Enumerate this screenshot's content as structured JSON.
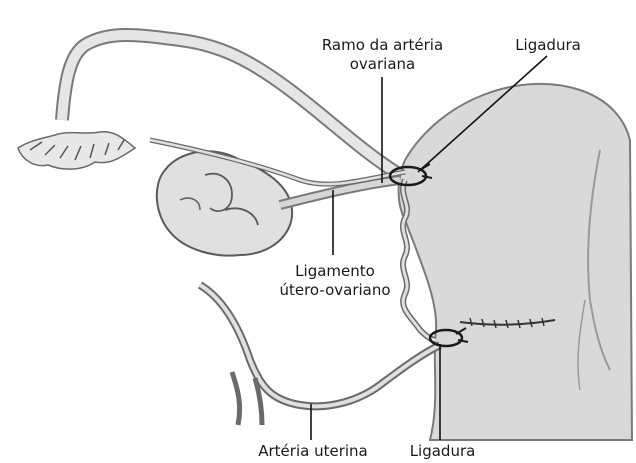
{
  "labels": {
    "ramo_line1": "Ramo da artéria",
    "ramo_line2": "ovariana",
    "ligadura_top": "Ligadura",
    "ligamento_line1": "Ligamento",
    "ligamento_line2": "útero-ovariano",
    "arteria_uterina": "Artéria uterina",
    "ligadura_bottom": "Ligadura"
  }
}
